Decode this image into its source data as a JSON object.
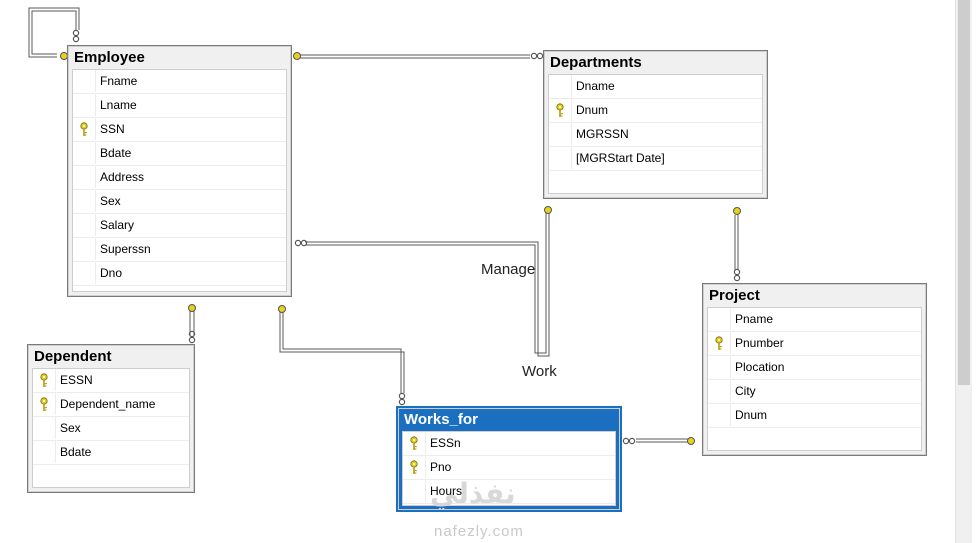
{
  "tables": {
    "employee": {
      "title": "Employee",
      "columns": [
        {
          "name": "Fname",
          "key": false
        },
        {
          "name": "Lname",
          "key": false
        },
        {
          "name": "SSN",
          "key": true
        },
        {
          "name": "Bdate",
          "key": false
        },
        {
          "name": "Address",
          "key": false
        },
        {
          "name": "Sex",
          "key": false
        },
        {
          "name": "Salary",
          "key": false
        },
        {
          "name": "Superssn",
          "key": false
        },
        {
          "name": "Dno",
          "key": false
        }
      ]
    },
    "departments": {
      "title": "Departments",
      "columns": [
        {
          "name": "Dname",
          "key": false
        },
        {
          "name": "Dnum",
          "key": true
        },
        {
          "name": "MGRSSN",
          "key": false
        },
        {
          "name": "[MGRStart Date]",
          "key": false
        }
      ]
    },
    "dependent": {
      "title": "Dependent",
      "columns": [
        {
          "name": "ESSN",
          "key": true
        },
        {
          "name": "Dependent_name",
          "key": true
        },
        {
          "name": "Sex",
          "key": false
        },
        {
          "name": "Bdate",
          "key": false
        }
      ]
    },
    "works_for": {
      "title": "Works_for",
      "columns": [
        {
          "name": "ESSn",
          "key": true
        },
        {
          "name": "Pno",
          "key": true
        },
        {
          "name": "Hours",
          "key": false
        }
      ]
    },
    "project": {
      "title": "Project",
      "columns": [
        {
          "name": "Pname",
          "key": false
        },
        {
          "name": "Pnumber",
          "key": true
        },
        {
          "name": "Plocation",
          "key": false
        },
        {
          "name": "City",
          "key": false
        },
        {
          "name": "Dnum",
          "key": false
        }
      ]
    }
  },
  "relationship_labels": {
    "manage": "Manage",
    "work": "Work"
  },
  "watermark": {
    "logo": "نفذلي",
    "text": "nafezly.com"
  },
  "colors": {
    "key": "#d8c21a",
    "selected_header": "#1b6fc1",
    "connector": "#555555"
  }
}
